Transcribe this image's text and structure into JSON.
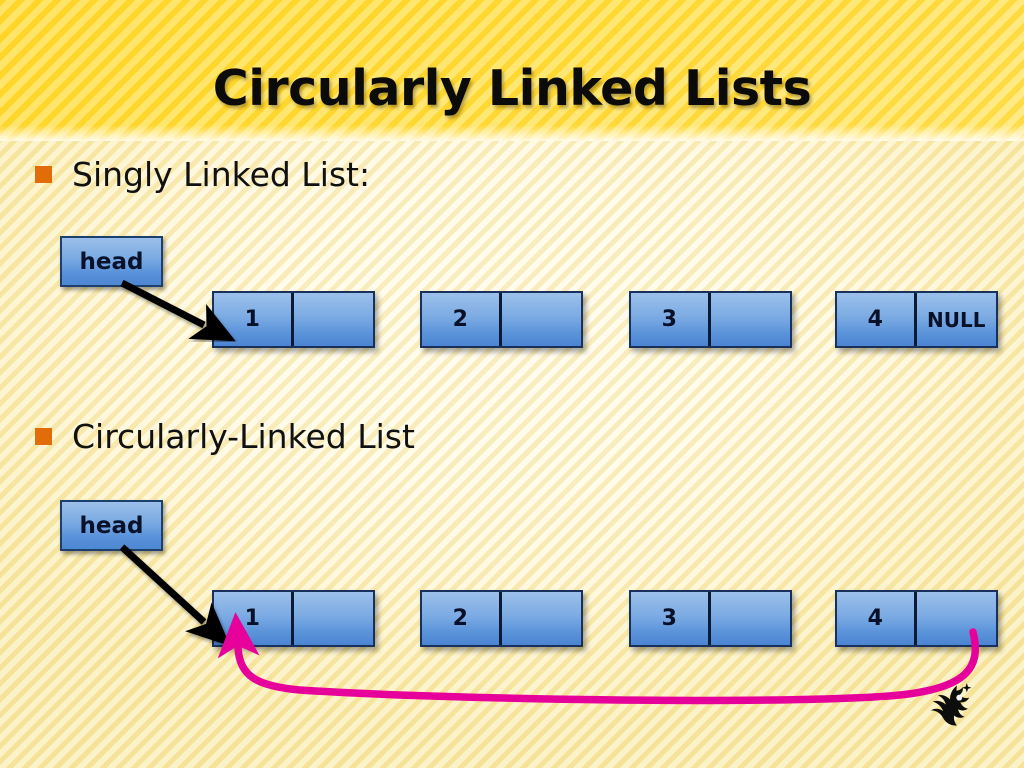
{
  "slide": {
    "title": "Circularly Linked Lists",
    "background_color": "#fffdf2",
    "title_band_color": "#ffd62b",
    "bullet_color": "#e06c0a",
    "node_color": "#5d95db",
    "circular_arrow_color": "#e6019b",
    "arrow_color": "#000000"
  },
  "sections": [
    {
      "id": "singly",
      "bullet_label": "Singly Linked List:",
      "head_label": "head",
      "nodes": [
        {
          "data": "1",
          "next": ""
        },
        {
          "data": "2",
          "next": ""
        },
        {
          "data": "3",
          "next": ""
        },
        {
          "data": "4",
          "next": "NULL"
        }
      ]
    },
    {
      "id": "circular",
      "bullet_label": "Circularly-Linked List",
      "head_label": "head",
      "nodes": [
        {
          "data": "1",
          "next": ""
        },
        {
          "data": "2",
          "next": ""
        },
        {
          "data": "3",
          "next": ""
        },
        {
          "data": "4",
          "next": ""
        }
      ]
    }
  ],
  "logo": {
    "name": "ucf-pegasus-logo"
  }
}
